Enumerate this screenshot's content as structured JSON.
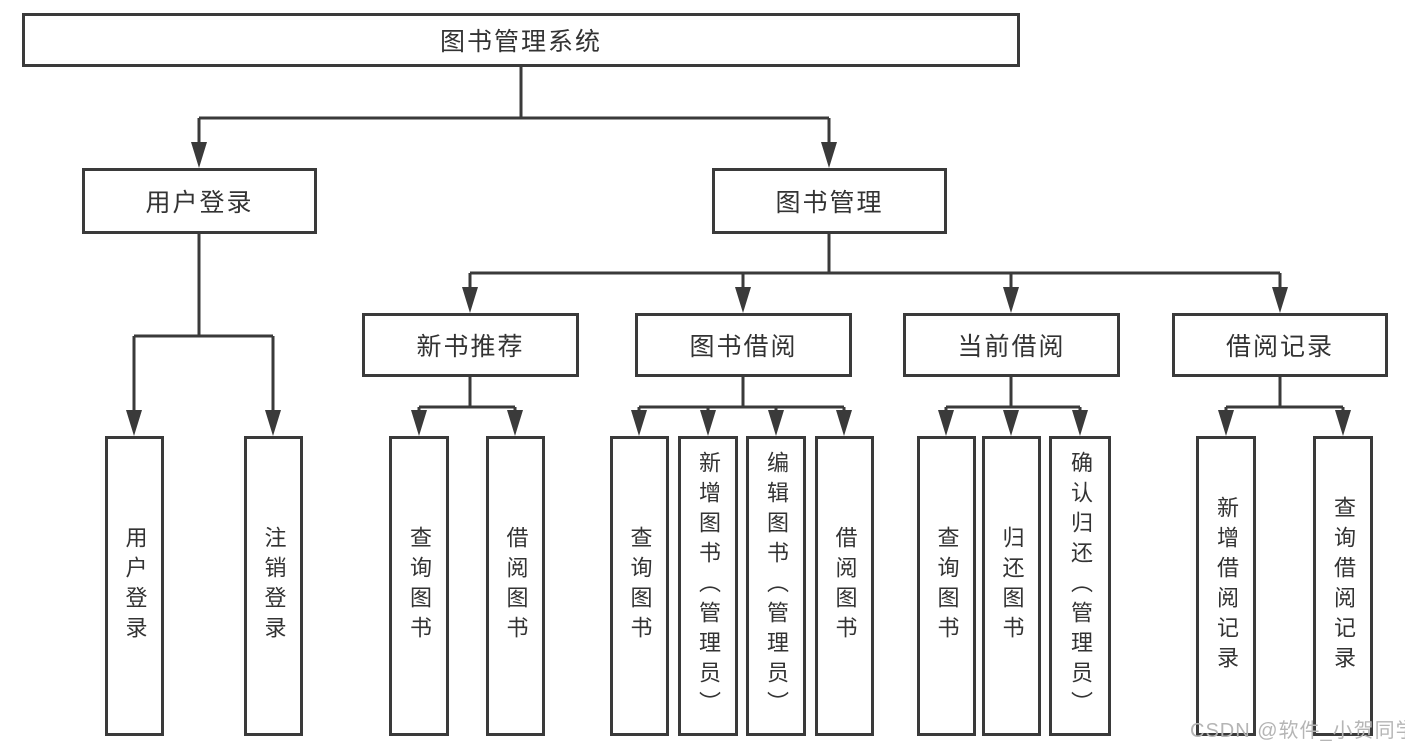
{
  "colors": {
    "line": "#3a3a3a",
    "node_border": "#3a3a3a",
    "node_text": "#333333",
    "background": "#ffffff",
    "watermark_text_color": "#b5b5b5"
  },
  "watermark": {
    "text": "CSDN @软件_小贺同学"
  },
  "tree": {
    "root": {
      "label": "图书管理系统"
    },
    "branches": [
      {
        "label": "用户登录",
        "children": [
          {
            "label": "用户登录"
          },
          {
            "label": "注销登录"
          }
        ]
      },
      {
        "label": "图书管理",
        "children": [
          {
            "label": "新书推荐",
            "children": [
              {
                "label": "查询图书"
              },
              {
                "label": "借阅图书"
              }
            ]
          },
          {
            "label": "图书借阅",
            "children": [
              {
                "label": "查询图书"
              },
              {
                "label": "新增图书（管理员）"
              },
              {
                "label": "编辑图书（管理员）"
              },
              {
                "label": "借阅图书"
              }
            ]
          },
          {
            "label": "当前借阅",
            "children": [
              {
                "label": "查询图书"
              },
              {
                "label": "归还图书"
              },
              {
                "label": "确认归还（管理员）"
              }
            ]
          },
          {
            "label": "借阅记录",
            "children": [
              {
                "label": "新增借阅记录"
              },
              {
                "label": "查询借阅记录"
              }
            ]
          }
        ]
      }
    ]
  }
}
